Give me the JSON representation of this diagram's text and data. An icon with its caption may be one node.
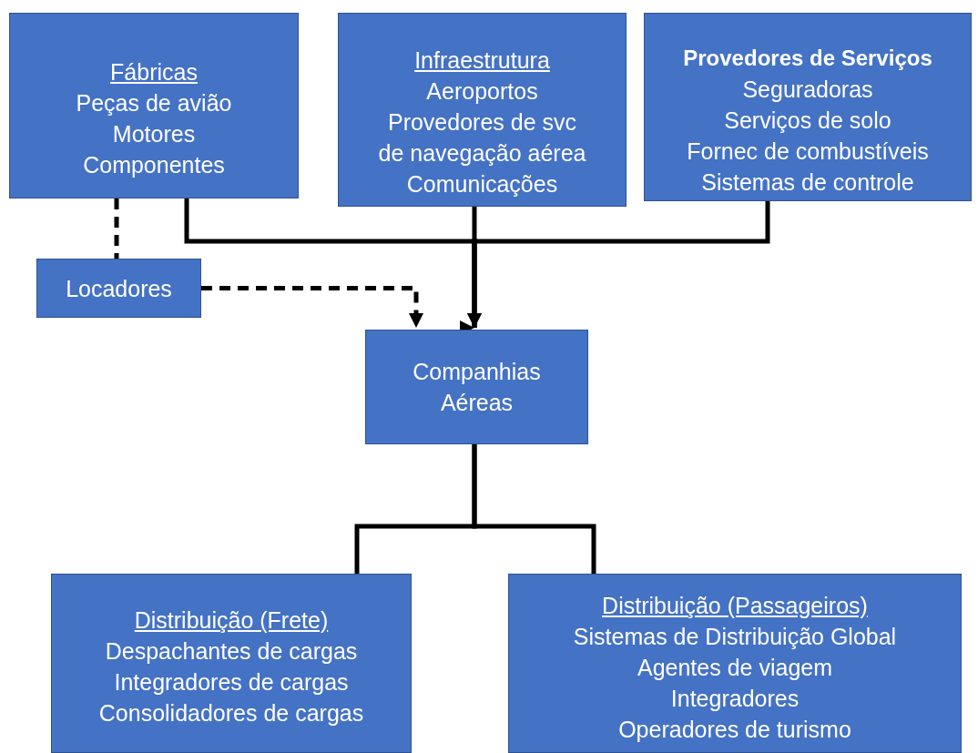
{
  "diagram": {
    "nodes": [
      {
        "text": [
          "Fábricas",
          "Peças de avião",
          "Motores",
          "Componentes"
        ]
      },
      {
        "text": [
          "Infraestrutura",
          "Aeroportos",
          "Provedores de svc de navegação aérea",
          "Comunicações"
        ]
      },
      {
        "text": [
          "Provedores de Serviços",
          "Seguradoras",
          "Serviços de solo",
          "Fornec de combustíveis",
          "Sistemas de controle"
        ]
      },
      {
        "text": [
          "Locadores"
        ]
      },
      {
        "text": [
          "Companhias Aéreas"
        ]
      },
      {
        "text": [
          "Distribuição (Frete)",
          "Despachantes de cargas",
          "Integradores de cargas",
          "Consolidadores de cargas"
        ]
      },
      {
        "text": [
          "Distribuição (Passageiros)",
          "Sistemas de Distribuição Global",
          "Agentes de viagem",
          "Integradores",
          "Operadores de turismo"
        ]
      }
    ],
    "edges": [
      {
        "from": 0,
        "to": 4,
        "arrow": "to"
      },
      {
        "from": 1,
        "to": 4,
        "arrow": "to"
      },
      {
        "from": 2,
        "to": 4,
        "arrow": "to"
      },
      {
        "from": 0,
        "to": 3,
        "arrow": "none",
        "style": "dashed"
      },
      {
        "from": 3,
        "to": 4,
        "arrow": "to",
        "style": "dashed"
      },
      {
        "from": 4,
        "to": 5,
        "arrow": "none"
      },
      {
        "from": 4,
        "to": 6,
        "arrow": "none"
      }
    ]
  }
}
